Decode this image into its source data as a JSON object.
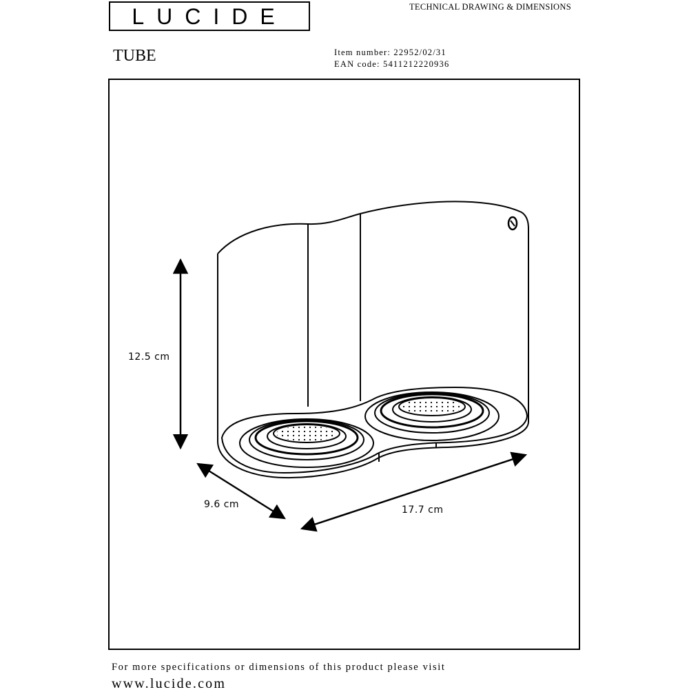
{
  "brand": {
    "logo_text": "LUCIDE"
  },
  "header": {
    "doc_type": "TECHNICAL DRAWING & DIMENSIONS",
    "product_name": "TUBE",
    "item_number": "Item number: 22952/02/31",
    "ean_code": "EAN code: 5411212220936"
  },
  "dimensions": {
    "height": "12.5 cm",
    "depth": "9.6 cm",
    "width": "17.7 cm"
  },
  "footer": {
    "note": "For more specifications or dimensions of this product please visit",
    "url": "www.lucide.com"
  }
}
